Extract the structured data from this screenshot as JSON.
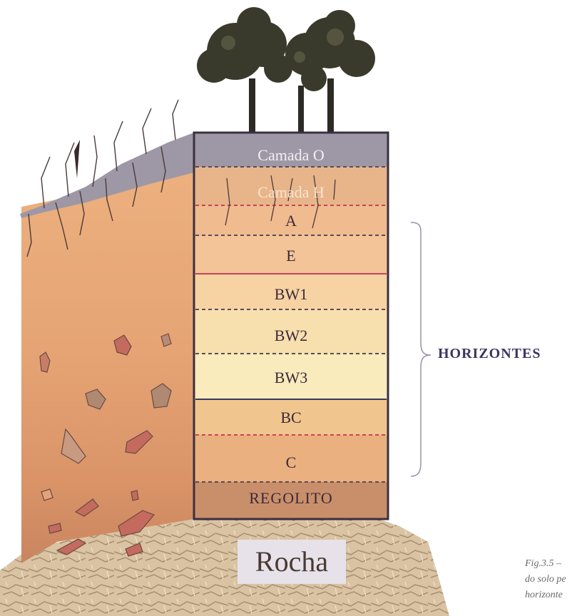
{
  "diagram": {
    "layers": [
      {
        "id": "o",
        "label": "Camada O",
        "color": "#9e97a6"
      },
      {
        "id": "h",
        "label": "Camada H",
        "color": "#e8b48a"
      },
      {
        "id": "a",
        "label": "A",
        "color": "#f0bb8e"
      },
      {
        "id": "e",
        "label": "E",
        "color": "#f3c497"
      },
      {
        "id": "bw1",
        "label": "BW1",
        "color": "#f7d3a4"
      },
      {
        "id": "bw2",
        "label": "BW2",
        "color": "#f8dfae"
      },
      {
        "id": "bw3",
        "label": "BW3",
        "color": "#f9ebbb"
      },
      {
        "id": "bc",
        "label": "BC",
        "color": "#f1c58e"
      },
      {
        "id": "c",
        "label": "C",
        "color": "#eab07f"
      },
      {
        "id": "regolito",
        "label": "REGOLITO",
        "color": "#c98f6a"
      }
    ],
    "horizons_label": "HORIZONTES",
    "rock_label": "Rocha",
    "caption": "Fig.3.5 –\ndo solo pe\nhorizonte"
  },
  "colors": {
    "border": "#3a3040",
    "accent_text": "#3b3563",
    "rock": "#d7bf9f"
  }
}
